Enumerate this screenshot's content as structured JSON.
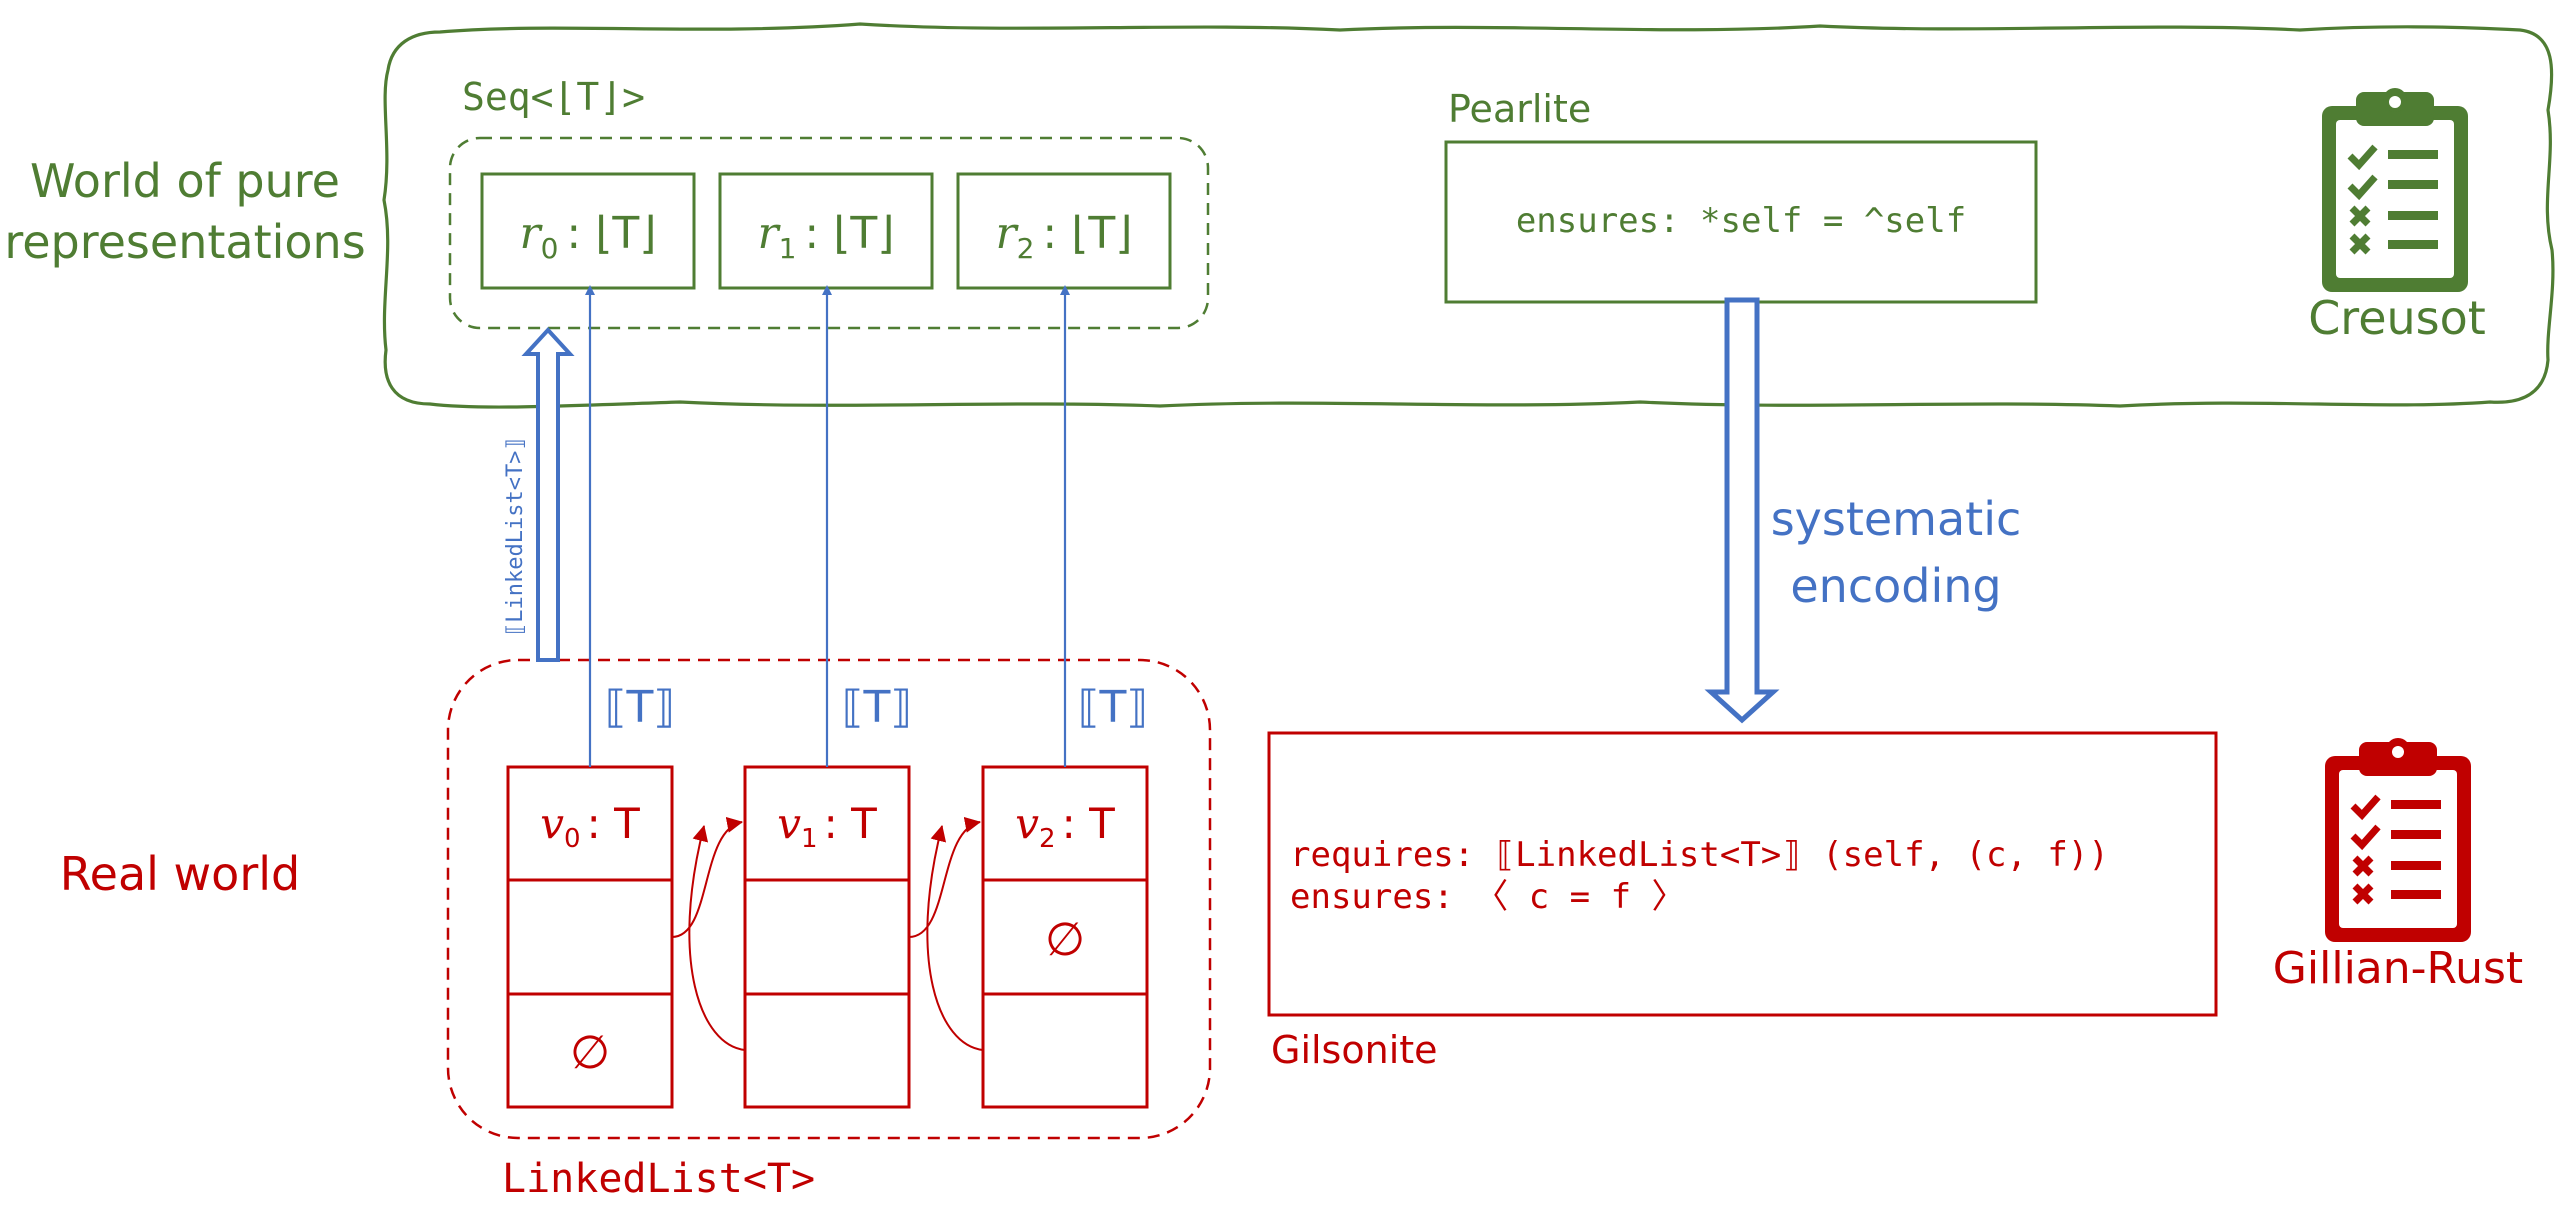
{
  "colors": {
    "green": "#4f7d33",
    "red": "#c00000",
    "blue": "#4472c4"
  },
  "labels": {
    "world_pure": [
      "World of pure",
      "representations"
    ],
    "real_world": "Real world",
    "seq_type": "Seq<⌊T⌋>",
    "pearlite": "Pearlite",
    "pearlite_spec": "ensures: *self = ^self",
    "creusot": "Creusot",
    "gillian_rust": "Gillian-Rust",
    "gilsonite": "Gilsonite",
    "gilsonite_requires": "requires: ⟦LinkedList<T>⟧ (self, (c, f))",
    "gilsonite_ensures": "ensures:  〈 c = f 〉",
    "encoding": [
      "systematic",
      "encoding"
    ],
    "linkedlist_type": "LinkedList<T>",
    "repr_arrow_label": "⟦LinkedList<T>⟧",
    "empty_symbol": "∅"
  },
  "reprs": [
    {
      "var": "r",
      "sub": "0",
      "type": ": ⌊T⌋"
    },
    {
      "var": "r",
      "sub": "1",
      "type": ": ⌊T⌋"
    },
    {
      "var": "r",
      "sub": "2",
      "type": ": ⌊T⌋"
    }
  ],
  "nodes": [
    {
      "var": "v",
      "sub": "0",
      "type": ": T",
      "arrow_label": "⟦T⟧"
    },
    {
      "var": "v",
      "sub": "1",
      "type": ": T",
      "arrow_label": "⟦T⟧"
    },
    {
      "var": "v",
      "sub": "2",
      "type": ": T",
      "arrow_label": "⟦T⟧"
    }
  ],
  "icons": [
    "clipboard-checklist-icon",
    "clipboard-checklist-icon"
  ]
}
